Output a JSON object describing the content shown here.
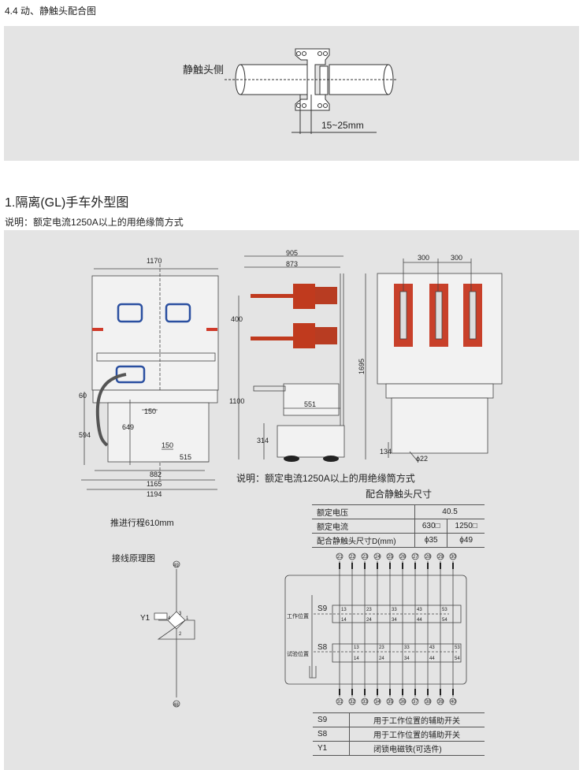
{
  "section_44": {
    "title": "4.4 动、静触头配合图",
    "side_label": "静触头侧",
    "gap_label": "15~25mm"
  },
  "section_1": {
    "title": "1.隔离(GL)手车外型图",
    "note": "说明：额定电流1250A以上的用绝缘筒方式"
  },
  "front_view": {
    "dims": [
      "1170",
      "60",
      "594",
      "649",
      "150",
      "150",
      "515",
      "882",
      "1165",
      "1194"
    ],
    "travel": "推进行程610mm"
  },
  "side_view": {
    "dims": [
      "905",
      "873",
      "400",
      "1100",
      "1695",
      "551",
      "314"
    ]
  },
  "rear_view": {
    "dims": [
      "300",
      "300",
      "134",
      "ϕ22"
    ]
  },
  "drawing_note": "说明：额定电流1250A以上的用绝缘筒方式",
  "contact_table": {
    "title": "配合静触头尺寸",
    "rows": [
      [
        "额定电压",
        "40.5"
      ],
      [
        "额定电流",
        "630□",
        "1250□"
      ],
      [
        "配合静触头尺寸D(mm)",
        "ϕ35",
        "ϕ49"
      ]
    ]
  },
  "wiring": {
    "title": "接线原理图",
    "top_terminal": "49",
    "bottom_terminal": "48",
    "coil": "Y1",
    "bridge_pins": [
      "3",
      "4",
      "1",
      "2"
    ],
    "top_terms": [
      "21",
      "22",
      "23",
      "24",
      "25",
      "26",
      "27",
      "28",
      "29",
      "30"
    ],
    "bottom_terms": [
      "31",
      "32",
      "33",
      "34",
      "35",
      "36",
      "37",
      "38",
      "39",
      "40"
    ],
    "s9": "S9",
    "s8": "S8",
    "work_pos": "工作位置",
    "test_pos": "试验位置",
    "contacts_top": [
      "13",
      "23",
      "33",
      "43",
      "53"
    ],
    "contacts_bottom": [
      "14",
      "24",
      "34",
      "44",
      "54"
    ]
  },
  "legend": [
    [
      "S9",
      "用于工作位置的辅助开关"
    ],
    [
      "S8",
      "用于工作位置的辅助开关"
    ],
    [
      "Y1",
      "闭锁电磁铁(可选件)"
    ]
  ]
}
